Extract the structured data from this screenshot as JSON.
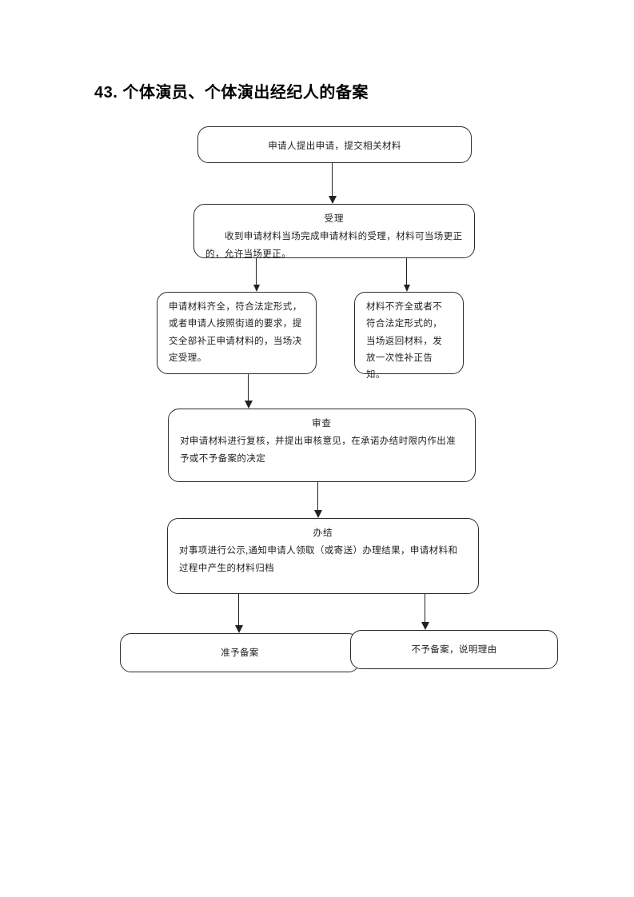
{
  "document": {
    "title": "43. 个体演员、个体演出经纪人的备案"
  },
  "flowchart": {
    "type": "flowchart",
    "nodes": {
      "apply": {
        "body": "申请人提出申请，提交相关材料"
      },
      "accept": {
        "title": "受理",
        "body": "收到申请材料当场完成申请材料的受理，材料可当场更正的，允许当场更正。"
      },
      "complete_materials": {
        "body": "申请材料齐全，符合法定形式，或者申请人按照街道的要求，提交全部补正申请材料的，当场决定受理。"
      },
      "incomplete_materials": {
        "body": "材料不齐全或者不符合法定形式的，当场返回材料，发放一次性补正告知。"
      },
      "review": {
        "title": "审查",
        "body": "对申请材料进行复核，并提出审核意见，在承诺办结时限内作出准予或不予备案的决定"
      },
      "finish": {
        "title": "办结",
        "body": "对事项进行公示,通知申请人领取（或寄送）办理结果，申请材料和过程中产生的材料归档"
      },
      "approved": {
        "body": "准予备案"
      },
      "rejected": {
        "body": "不予备案，说明理由"
      }
    },
    "edges": [
      {
        "name": "apply-to-accept",
        "from": "apply",
        "to": "accept"
      },
      {
        "name": "accept-to-complete",
        "from": "accept",
        "to": "complete_materials"
      },
      {
        "name": "accept-to-incomplete",
        "from": "accept",
        "to": "incomplete_materials"
      },
      {
        "name": "complete-to-review",
        "from": "complete_materials",
        "to": "review"
      },
      {
        "name": "review-to-finish",
        "from": "review",
        "to": "finish"
      },
      {
        "name": "finish-to-approved",
        "from": "finish",
        "to": "approved"
      },
      {
        "name": "finish-to-rejected",
        "from": "finish",
        "to": "rejected"
      }
    ],
    "colors": {
      "border": "#2b2b2b",
      "text": "#1f1f1f",
      "background": "#ffffff",
      "arrow": "#222222"
    }
  }
}
